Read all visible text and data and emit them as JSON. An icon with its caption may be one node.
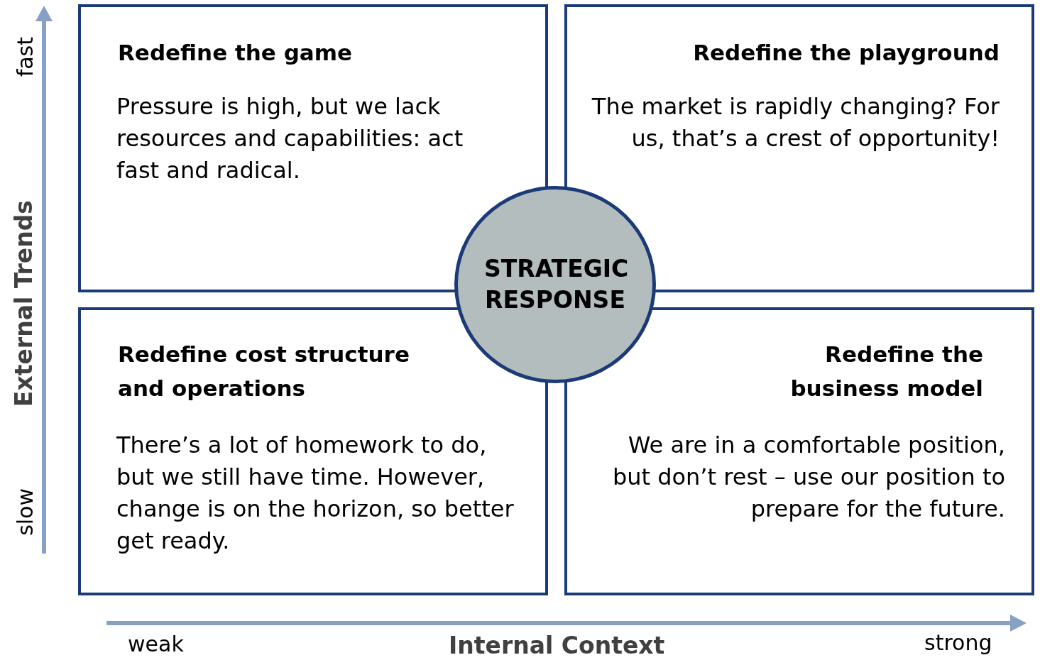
{
  "diagram": {
    "nodes": [
      {
        "text": [
          "Redefine the game",
          "Pressure is high, but we lack resources and capabilities: act fast and radical."
        ]
      },
      {
        "text": [
          "Redefine the playground",
          "The market is rapidly changing? For us, that’s a crest of opportunity!"
        ]
      },
      {
        "text": [
          "STRATEGIC RESPONSE"
        ]
      },
      {
        "text": [
          "Redefine cost structure and operations",
          "There’s a lot of homework to do, but we still have time. However, change is on the horizon, so better get ready."
        ]
      },
      {
        "text": [
          "Redefine the business model",
          "We are in a comfortable position, but don’t rest – use our position to prepare for the future."
        ]
      }
    ],
    "labels": [
      "fast",
      "External Trends",
      "slow",
      "weak",
      "Internal Context",
      "strong"
    ]
  }
}
